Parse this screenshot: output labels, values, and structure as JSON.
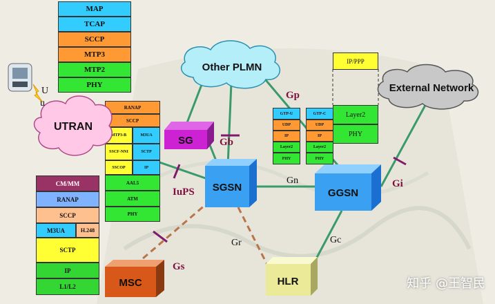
{
  "nodes": {
    "utran": "UTRAN",
    "sg": "SG",
    "sgsn": "SGSN",
    "ggsn": "GGSN",
    "msc": "MSC",
    "hlr": "HLR",
    "other_plmn": "Other PLMN",
    "external_network": "External Network"
  },
  "interfaces": {
    "u": "U",
    "u2": "u",
    "gp": "Gp",
    "gb": "Gb",
    "gn": "Gn",
    "gi": "Gi",
    "iups": "IuPS",
    "gr": "Gr",
    "gc": "Gc",
    "gs": "Gs"
  },
  "stack_top": [
    "MAP",
    "TCAP",
    "SCCP",
    "MTP3",
    "MTP2",
    "PHY"
  ],
  "stack_iu": {
    "full": [
      "RANAP",
      "SCCP"
    ],
    "left": [
      "MTP3-B",
      "SSCF-NNI",
      "SSCOP"
    ],
    "right": [
      "M3UA",
      "SCTP",
      "IP"
    ],
    "bottom": [
      "AAL5",
      "ATM",
      "PHY"
    ]
  },
  "stack_gs": {
    "top": [
      "CM/MM",
      "RANAP",
      "SCCP"
    ],
    "split": [
      "M3UA",
      "H.248"
    ],
    "bottom": [
      "SCTP",
      "IP",
      "L1/L2"
    ]
  },
  "stack_gp": {
    "left": [
      "GTP-U",
      "UDP",
      "IP",
      "Layer2",
      "PHY"
    ],
    "right": [
      "GTP-C",
      "UDP",
      "IP",
      "Layer2",
      "PHY"
    ]
  },
  "stack_gi": [
    "IP/PPP",
    "Layer2",
    "PHY"
  ],
  "watermark": "知乎 @王智民"
}
